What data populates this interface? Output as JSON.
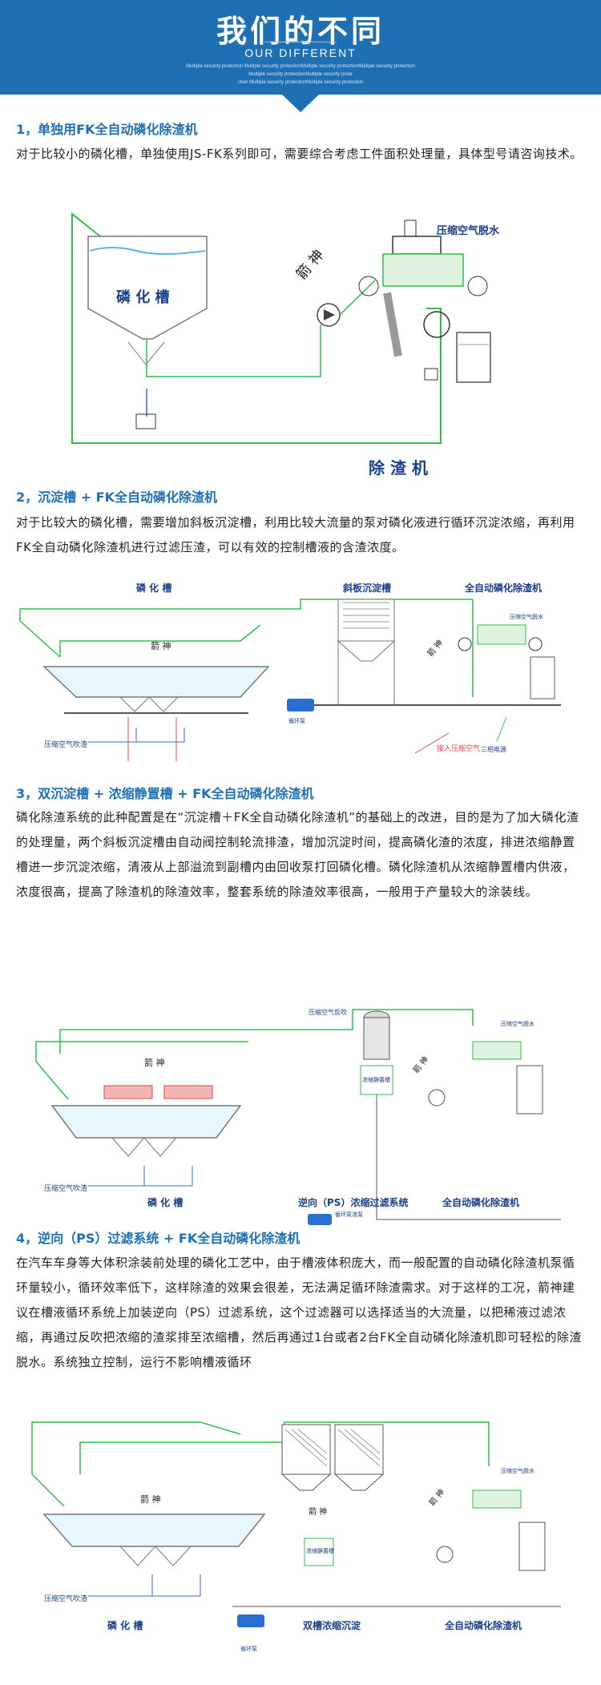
{
  "banner": {
    "title": "我们的不同",
    "subtitle": "OUR DIFFERENT",
    "tiny1": "Multiple security protection Multiple security protectionMultiple security protectionMultiple security protection",
    "tiny2": "Multiple security protectionMultiple security prote",
    "tiny3": "ction Multiple security protectionMultiple security protection"
  },
  "s1": {
    "heading": "1，单独用FK全自动磷化除渣机",
    "text": "对于比较小的磷化槽，单独使用JS-FK系列即可，需要综合考虑工件面积处理量，具体型号请咨询技术。",
    "tank": "磷 化 槽",
    "air": "压缩空气脱水",
    "brand": "箭 神",
    "machine": "除 渣 机"
  },
  "s2": {
    "heading": "2，沉淀槽 + FK全自动磷化除渣机",
    "text": "对于比较大的磷化槽，需要增加斜板沉淀槽，利用比较大流量的泵对磷化液进行循环沉淀浓缩，再利用FK全自动磷化除渣机进行过滤压渣，可以有效的控制槽液的含渣浓度。",
    "tank": "磷 化 槽",
    "settle": "斜板沉淀槽",
    "machine": "全自动磷化除渣机",
    "brand": "箭 神",
    "air_in": "压缩空气脱水",
    "blow": "压缩空气吹渣",
    "pump": "循环泵",
    "air_access": "接入压缩空气",
    "power": "三相电源"
  },
  "s3": {
    "heading": "3，双沉淀槽 + 浓缩静置槽 + FK全自动磷化除渣机",
    "text": "磷化除渣系统的此种配置是在“沉淀槽＋FK全自动磷化除渣机”的基础上的改进，目的是为了加大磷化渣的处理量，两个斜板沉淀槽由自动阀控制轮流排渣，增加沉淀时间，提高磷化渣的浓度，排进浓缩静置槽进一步沉淀浓缩，清液从上部溢流到副槽内由回收泵打回磷化槽。磷化除渣机从浓缩静置槽内供液，浓度很高，提高了除渣机的除渣效率，整套系统的除渣效率很高，一般用于产量较大的涂装线。",
    "tank": "磷 化 槽",
    "ps": "逆向（PS）浓缩过滤系统",
    "machine": "全自动磷化除渣机",
    "brand": "箭 神",
    "air_back": "压缩空气反吹",
    "air_in": "压缩空气脱水",
    "blow": "压缩空气吹渣",
    "pump": "循环泵渣泵",
    "mid": "浓缩静置槽"
  },
  "s4": {
    "heading": "4，逆向（PS）过滤系统 + FK全自动磷化除渣机",
    "text": "在汽车车身等大体积涂装前处理的磷化工艺中，由于槽液体积庞大，而一般配置的自动磷化除渣机泵循环量较小，循环效率低下，这样除渣的效果会很差，无法满足循环除渣需求。对于这样的工况，箭神建议在槽液循环系统上加装逆向（PS）过滤系统，这个过滤器可以选择适当的大流量，以把稀液过滤浓缩，再通过反吹把浓缩的渣浆排至浓缩槽，然后再通过1台或者2台FK全自动磷化除渣机即可轻松的除渣脱水。系统独立控制，运行不影响槽液循环",
    "tank": "磷 化 槽",
    "double": "双槽浓缩沉淀",
    "machine": "全自动磷化除渣机",
    "brand": "箭 神",
    "air_in": "压缩空气脱水",
    "blow": "压缩空气吹渣",
    "pump": "循环泵",
    "mid": "浓缩静置槽"
  }
}
